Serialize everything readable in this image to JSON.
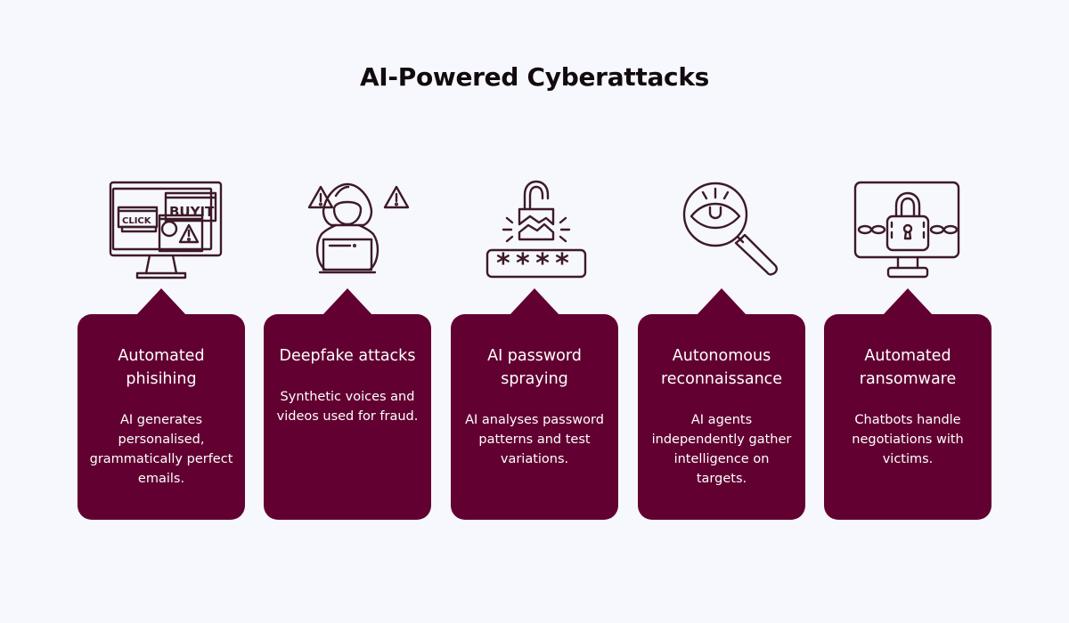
{
  "title": "AI-Powered Cyberattacks",
  "colors": {
    "background": "#f7f8fd",
    "card": "#620031",
    "icon_stroke": "#3d1a28",
    "card_text": "#ffffff",
    "title_text": "#120a0e"
  },
  "items": [
    {
      "icon": "phishing-monitor-icon",
      "icon_labels": {
        "click": "CLICK",
        "buy": "BUYIT"
      },
      "title": "Automated phisihing",
      "description": "AI generates personalised, grammatically perfect emails."
    },
    {
      "icon": "hooded-hacker-icon",
      "title": "Deepfake attacks",
      "description": "Synthetic voices and videos used for fraud."
    },
    {
      "icon": "broken-lock-password-icon",
      "icon_labels": {
        "password": "****"
      },
      "title": "AI password spraying",
      "description": "AI analyses password patterns and test variations."
    },
    {
      "icon": "magnifier-eye-icon",
      "title": "Autonomous reconnaissance",
      "description": "AI agents independently gather intelligence on targets."
    },
    {
      "icon": "locked-monitor-icon",
      "title": "Automated ransomware",
      "description": "Chatbots handle negotiations with victims."
    }
  ]
}
